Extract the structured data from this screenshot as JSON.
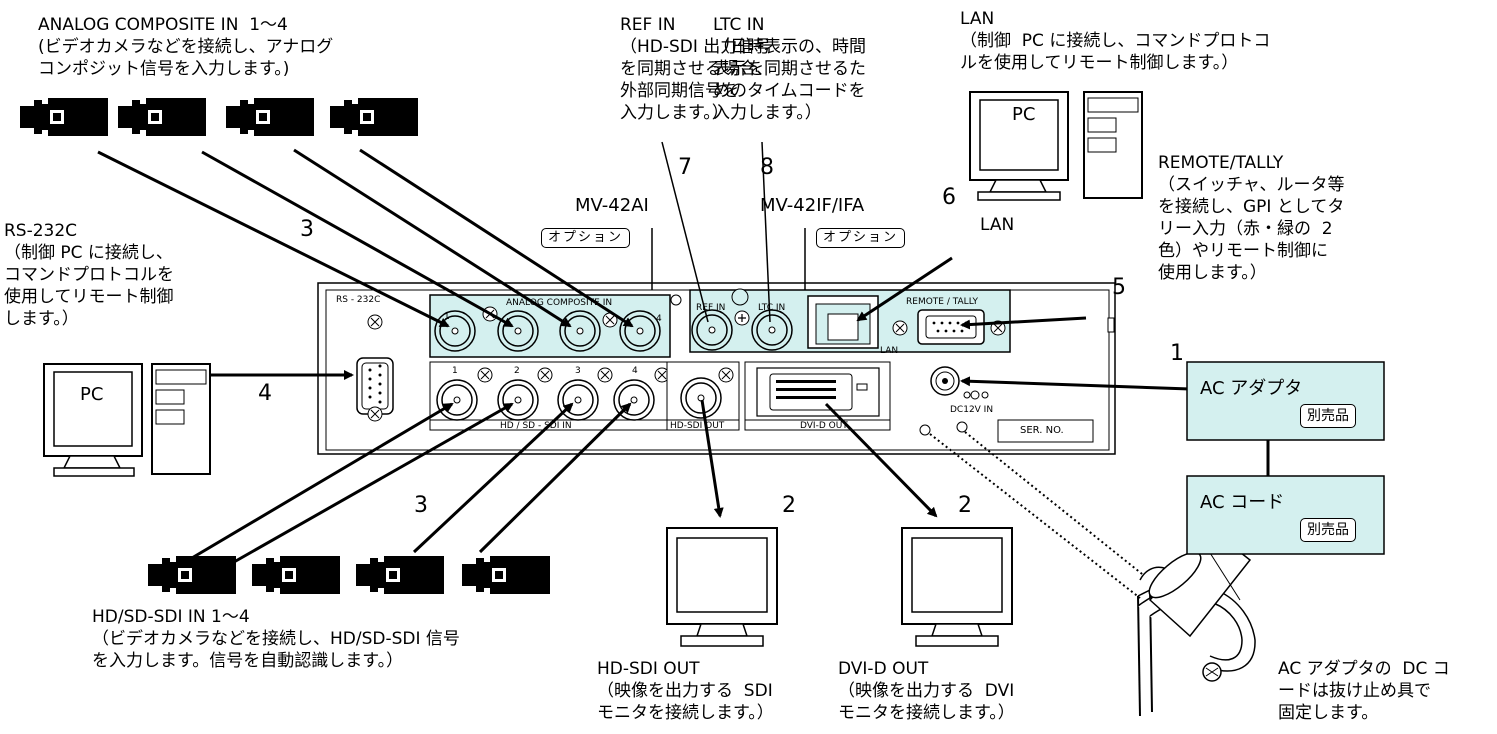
{
  "labels": {
    "analog": "ANALOG COMPOSITE IN  1～4\n(ビデオカメラなどを接続し、アナログ\nコンポジット信号を入力します。)",
    "refin": "REF IN\n（HD-SDI 出力信号\nを同期させる場合、\n外部同期信号を\n入力します。）",
    "ltcin": "LTC IN\n（日時表示の、時間\n表示を同期させるた\nめのタイムコードを\n入力します。）",
    "lan": "LAN\n（制御  PC に接続し、コマンドプロトコ\nルを使用してリモート制御します。）",
    "remote": "REMOTE/TALLY\n（スイッチャ、ルータ等\nを接続し、GPI としてタ\nリー入力（赤・緑の  2\n色）やリモート制御に\n使用します。）",
    "rs232": "RS-232C\n（制御 PC に接続し、\nコマンドプロトコルを\n使用してリモート制御\nします。）",
    "hdsdiin": "HD/SD-SDI IN 1～4\n（ビデオカメラなどを接続し、HD/SD-SDI 信号\nを入力します。信号を自動認識します。）",
    "hdsdiout": "HD-SDI OUT\n（映像を出力する  SDI\nモニタを接続します。）",
    "dviout": "DVI-D OUT\n（映像を出力する  DVI\nモニタを接続します。）",
    "dcnote": "AC アダプタの  DC コ\nードは抜け止め具で\n固定します。",
    "lan_near": "LAN"
  },
  "numbers": {
    "n1": "1",
    "n2a": "2",
    "n2b": "2",
    "n3a": "3",
    "n3b": "3",
    "n4": "4",
    "n5": "5",
    "n6": "6",
    "n7": "7",
    "n8": "8"
  },
  "modules": {
    "mv42ai": "MV-42AI",
    "mv42if": "MV-42IF/IFA",
    "option_a": "オプション",
    "option_b": "オプション"
  },
  "pc": {
    "top": "PC",
    "left": "PC"
  },
  "panel": {
    "rs232": "RS - 232C",
    "analog_in": "ANALOG  COMPOSITE  IN",
    "a1": "1",
    "a4": "4",
    "refin": "REF IN",
    "ltcin": "LTC IN",
    "lan": "LAN",
    "remote": "REMOTE / TALLY",
    "sdi_in": "HD / SD - SDI  IN",
    "s1": "1",
    "s2": "2",
    "s3": "3",
    "s4": "4",
    "sdi_out": "HD-SDI OUT",
    "dvi_out": "DVI-D OUT",
    "dc12v": "DC12V IN",
    "ser": "SER. NO."
  },
  "adapter": {
    "title": "AC アダプタ",
    "tag": "別売品"
  },
  "cord": {
    "title": "AC コード",
    "tag": "別売品"
  },
  "colors": {
    "accent": "#d4f0ef",
    "line": "#000000"
  }
}
